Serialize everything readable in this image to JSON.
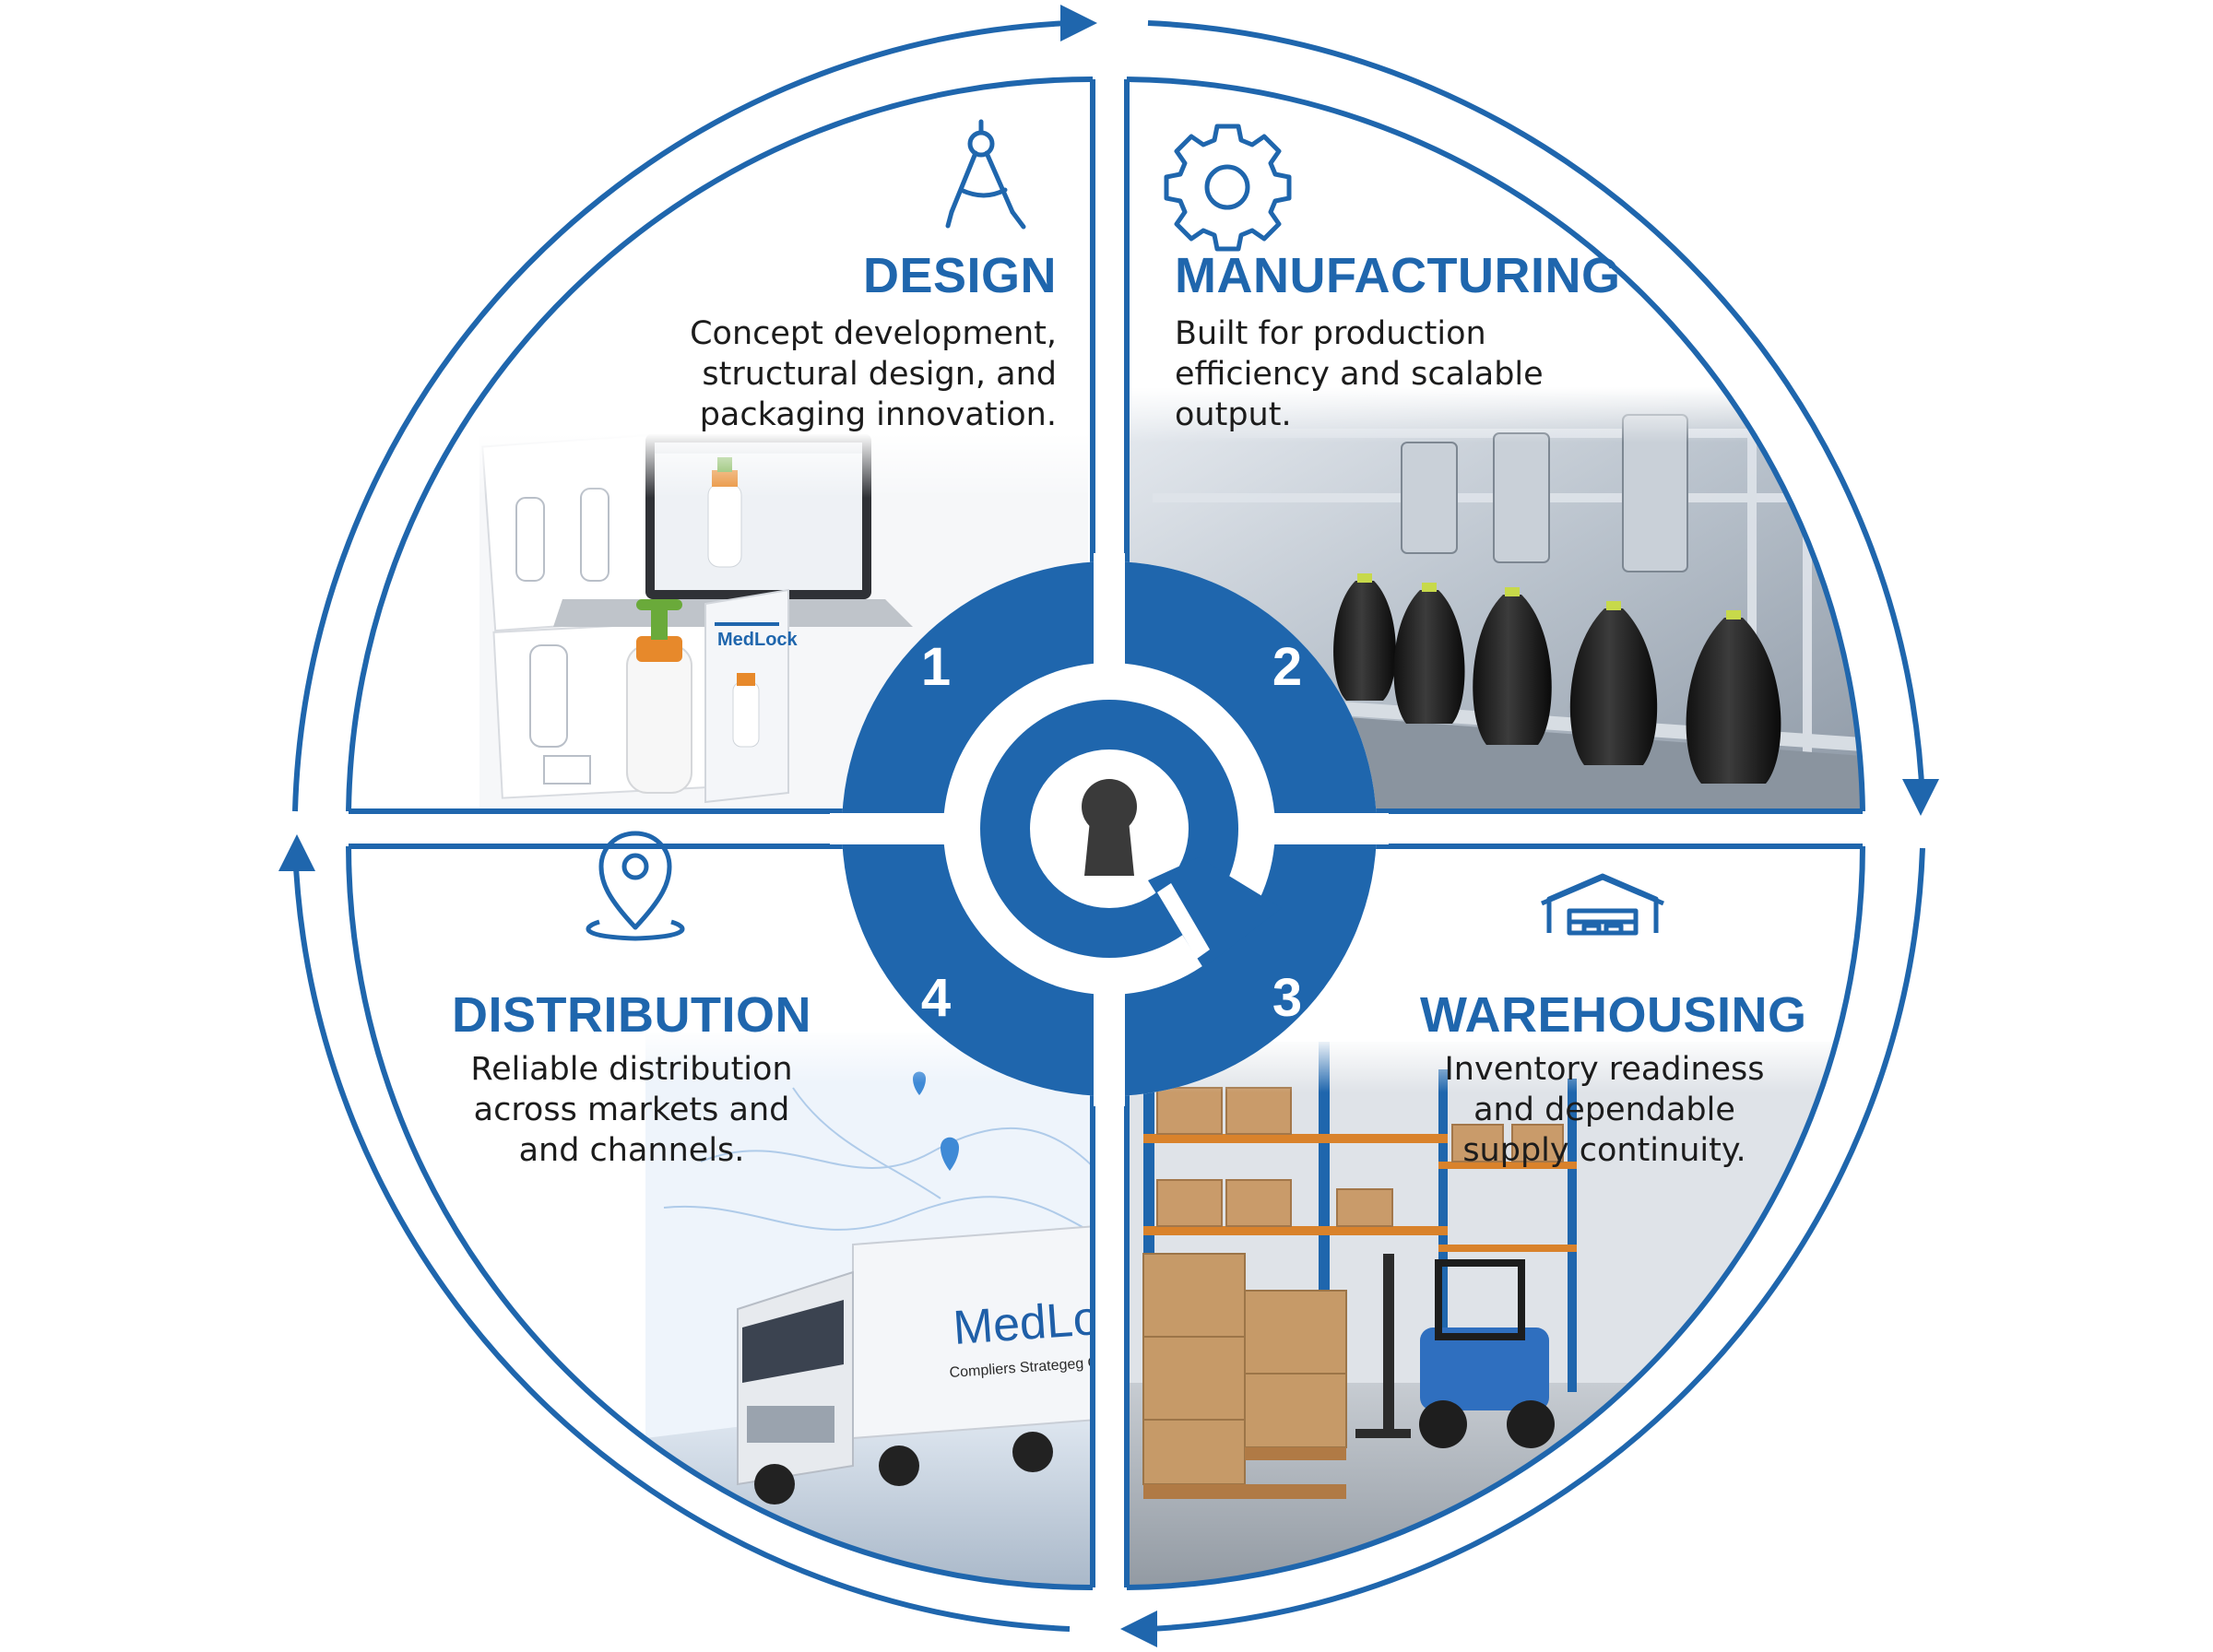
{
  "colors": {
    "accent": "#1f66ad",
    "accent_dark": "#1a5a9c",
    "text": "#1c1c1c",
    "lock": "#3a3a3a"
  },
  "brand": {
    "name": "MedLock",
    "tagline": "Compliers Strategeg Gulofions"
  },
  "stages": [
    {
      "number": "1",
      "title": "DESIGN",
      "icon": "compass-icon",
      "lines": [
        "Concept development,",
        "structural design, and",
        "packaging innovation."
      ]
    },
    {
      "number": "2",
      "title": "MANUFACTURING",
      "icon": "gear-icon",
      "lines": [
        "Built for production",
        "efficiency and scalable",
        "output."
      ]
    },
    {
      "number": "3",
      "title": "WAREHOUSING",
      "icon": "warehouse-icon",
      "lines": [
        "Inventory readiness",
        "and dependable",
        "supply continuity."
      ]
    },
    {
      "number": "4",
      "title": "DISTRIBUTION",
      "icon": "location-pin-icon",
      "lines": [
        "Reliable distribution",
        "across markets and",
        "and channels."
      ]
    }
  ],
  "center_icon": "keyhole-icon",
  "cycle_direction": "clockwise"
}
